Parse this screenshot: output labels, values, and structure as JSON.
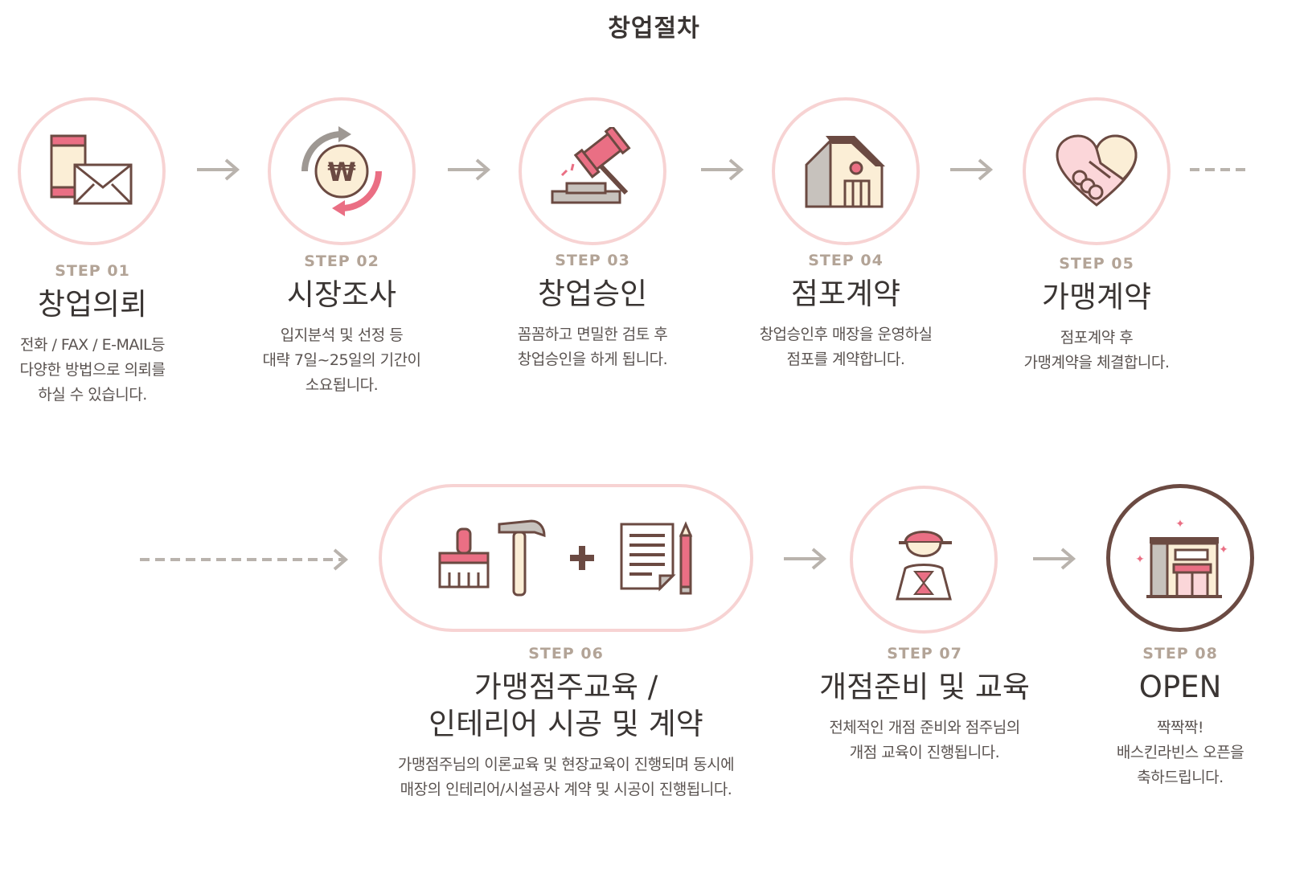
{
  "page": {
    "title": "창업절차"
  },
  "steps": [
    {
      "label": "STEP 01",
      "name": "창업의뢰",
      "desc": [
        "전화 / FAX / E-MAIL등",
        "다양한 방법으로 의뢰를",
        "하실 수 있습니다."
      ],
      "icon": "phone-mail-icon"
    },
    {
      "label": "STEP 02",
      "name": "시장조사",
      "desc": [
        "입지분석 및 선정 등",
        "대략 7일~25일의 기간이",
        "소요됩니다."
      ],
      "icon": "won-cycle-icon"
    },
    {
      "label": "STEP 03",
      "name": "창업승인",
      "desc": [
        "꼼꼼하고 면밀한 검토 후",
        "창업승인을 하게 됩니다."
      ],
      "icon": "gavel-icon"
    },
    {
      "label": "STEP 04",
      "name": "점포계약",
      "desc": [
        "창업승인후 매장을 운영하실",
        "점포를 계약합니다."
      ],
      "icon": "house-icon"
    },
    {
      "label": "STEP 05",
      "name": "가맹계약",
      "desc": [
        "점포계약 후",
        "가맹계약을 체결합니다."
      ],
      "icon": "handshake-heart-icon"
    },
    {
      "label": "STEP 06",
      "name": [
        "가맹점주교육 /",
        "인테리어 시공 및 계약"
      ],
      "desc": [
        "가맹점주님의 이론교육 및 현장교육이 진행되며 동시에",
        "매장의 인테리어/시설공사  계약 및 시공이 진행됩니다."
      ],
      "icon": "brush-hammer-document-icon"
    },
    {
      "label": "STEP 07",
      "name": "개점준비 및 교육",
      "desc": [
        "전체적인 개점 준비와 점주님의",
        "개점 교육이 진행됩니다."
      ],
      "icon": "worker-icon"
    },
    {
      "label": "STEP 08",
      "name": "OPEN",
      "desc": [
        "짝짝짝!",
        "배스킨라빈스 오픈을",
        "축하드립니다."
      ],
      "icon": "store-sparkle-icon"
    }
  ],
  "colors": {
    "pink": "#ea6f84",
    "brown": "#6b4a42",
    "beige": "#fbeed6",
    "gray": "#c7c2bd",
    "ring": "#f7d3d3",
    "arrow": "#b9b3ad",
    "label": "#b3a497"
  }
}
